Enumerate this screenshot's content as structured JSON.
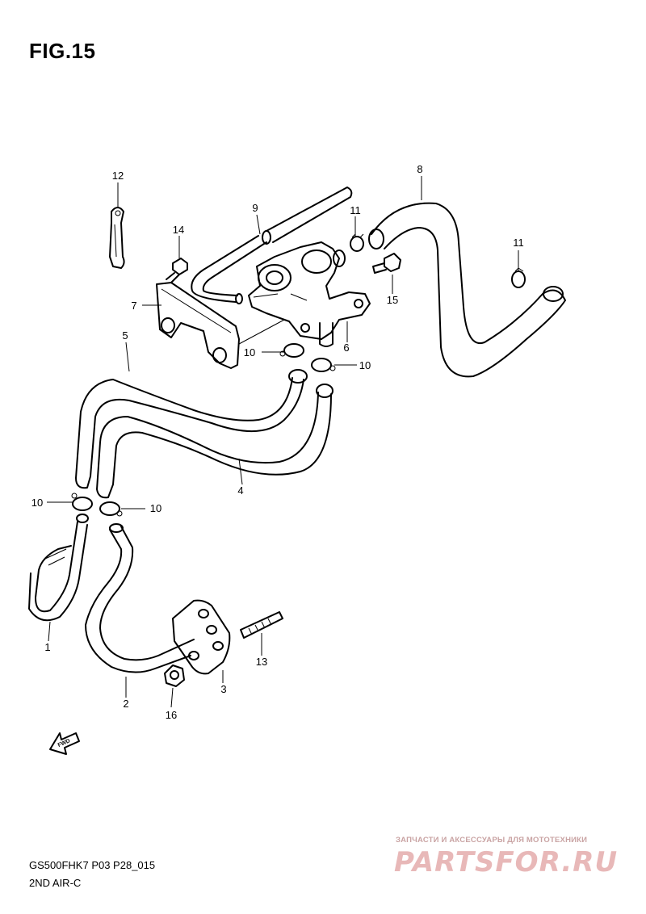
{
  "figure": {
    "title": "FIG.15",
    "model_code": "GS500FHK7 P03 P28_015",
    "section_name": "2ND AIR-C"
  },
  "callouts": {
    "c1": "1",
    "c2": "2",
    "c3": "3",
    "c4": "4",
    "c5": "5",
    "c6": "6",
    "c7": "7",
    "c8": "8",
    "c9": "9",
    "c10a": "10",
    "c10b": "10",
    "c10c": "10",
    "c10d": "10",
    "c11a": "11",
    "c11b": "11",
    "c12": "12",
    "c13": "13",
    "c14": "14",
    "c15": "15",
    "c16": "16"
  },
  "fwd_arrow": {
    "label": "FWD",
    "icon": "fwd-arrow-icon"
  },
  "watermark": {
    "tagline": "ЗАПЧАСТИ И АКСЕССУАРЫ ДЛЯ МОТОТЕХНИКИ",
    "brand": "PARTSFOR.RU",
    "color": "#e8b8b8"
  }
}
